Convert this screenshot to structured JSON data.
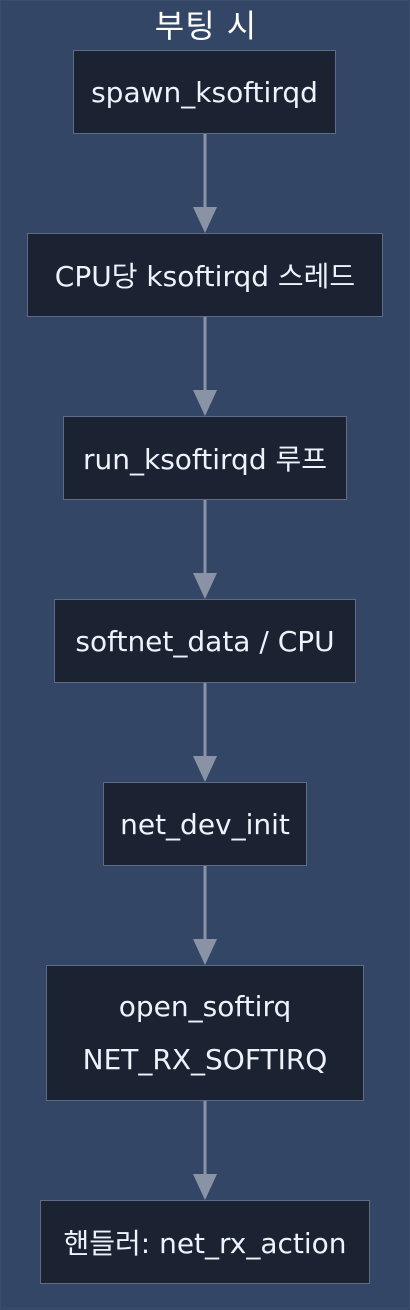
{
  "title": "부팅 시",
  "nodes": [
    {
      "lines": [
        "spawn_ksoftirqd"
      ]
    },
    {
      "lines": [
        "CPU당 ksoftirqd 스레드"
      ]
    },
    {
      "lines": [
        "run_ksoftirqd 루프"
      ]
    },
    {
      "lines": [
        "softnet_data / CPU"
      ]
    },
    {
      "lines": [
        "net_dev_init"
      ]
    },
    {
      "lines": [
        "open_softirq",
        "NET_RX_SOFTIRQ"
      ]
    },
    {
      "lines": [
        "핸들러: net_rx_action"
      ]
    }
  ],
  "colors": {
    "background": "#344666",
    "node_fill": "#1b2231",
    "node_border": "#5d6b86",
    "text": "#eef3fb",
    "arrow": "#8a93a5"
  }
}
